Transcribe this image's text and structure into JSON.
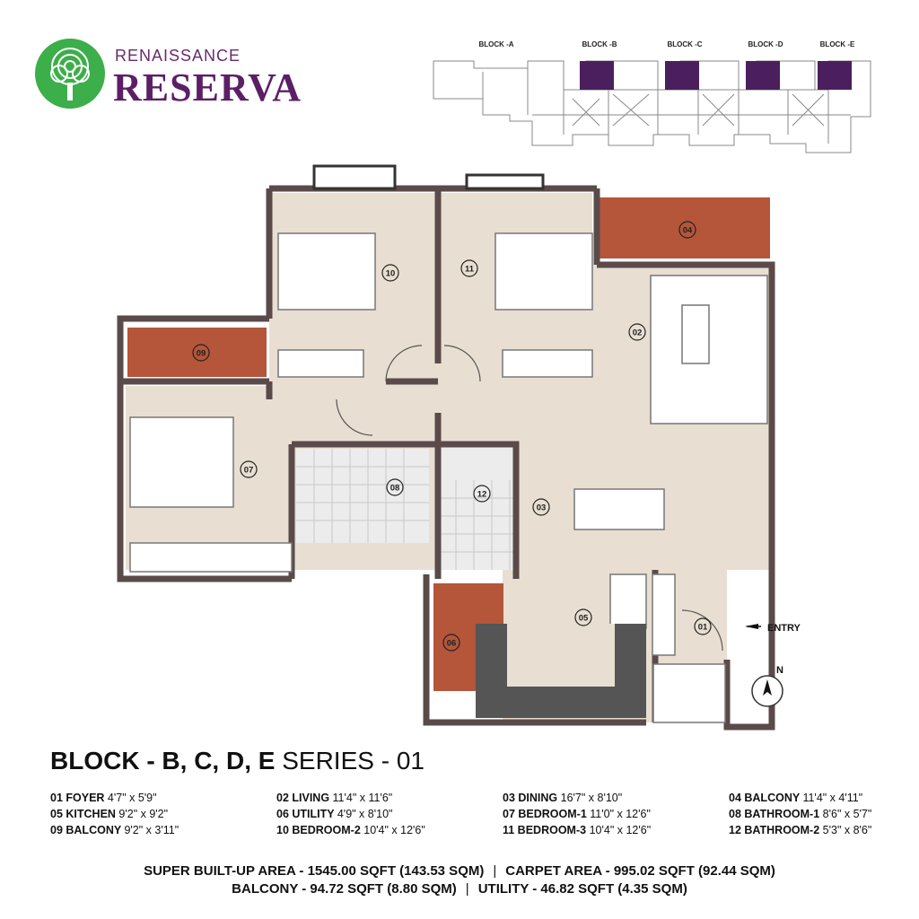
{
  "brand": {
    "top": "RENAISSANCE",
    "main": "RESERVA"
  },
  "keyplan": {
    "blocks": [
      "BLOCK -A",
      "BLOCK -B",
      "BLOCK -C",
      "BLOCK -D",
      "BLOCK -E"
    ],
    "highlight_color": "#4b1f5e"
  },
  "plan": {
    "entry_label": "ENTRY",
    "north_label": "N",
    "room_numbers": [
      "01",
      "02",
      "03",
      "04",
      "05",
      "06",
      "07",
      "08",
      "09",
      "10",
      "11",
      "12"
    ],
    "colors": {
      "floor": "#e8dfd2",
      "balcony": "#b5553a",
      "wall": "#5a4a4a",
      "tile": "#e9e9e9"
    }
  },
  "title": {
    "block": "BLOCK  - B, C, D, E",
    "series": "SERIES - 01"
  },
  "rooms": [
    {
      "name": "01 FOYER",
      "dim": "4'7\" x  5'9\""
    },
    {
      "name": "05 KITCHEN",
      "dim": "9'2\" x 9'2\""
    },
    {
      "name": "09 BALCONY",
      "dim": "9'2\" x 3'11\""
    },
    {
      "name": "02 LIVING",
      "dim": "11'4\" x 11'6\""
    },
    {
      "name": "06 UTILITY",
      "dim": "4'9\" x 8'10\""
    },
    {
      "name": "10 BEDROOM-2",
      "dim": "10'4\" x 12'6\""
    },
    {
      "name": "03 DINING",
      "dim": "16'7\" x  8'10\""
    },
    {
      "name": "07 BEDROOM-1",
      "dim": "11'0\" x 12'6\""
    },
    {
      "name": "11 BEDROOM-3",
      "dim": "10'4\" x 12'6\""
    },
    {
      "name": "04 BALCONY",
      "dim": "11'4\" x 4'11\""
    },
    {
      "name": "08 BATHROOM-1",
      "dim": "8'6\" x 5'7\""
    },
    {
      "name": "12 BATHROOM-2",
      "dim": "5'3\" x 8'6\""
    }
  ],
  "areas": {
    "super_built_up": "SUPER BUILT-UP AREA - 1545.00 SQFT (143.53 SQM)",
    "carpet": "CARPET AREA - 995.02 SQFT (92.44 SQM)",
    "balcony": "BALCONY - 94.72 SQFT (8.80 SQM)",
    "utility": "UTILITY - 46.82 SQFT (4.35 SQM)",
    "separator": "|"
  }
}
